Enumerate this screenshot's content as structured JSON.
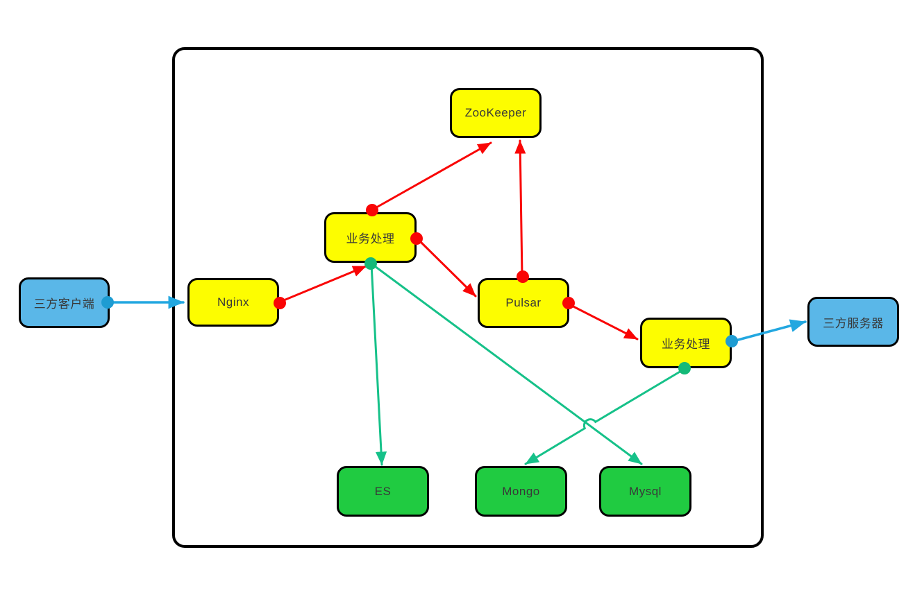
{
  "diagram": {
    "nodes": [
      {
        "id": "third-party-client",
        "label": "三方客户端",
        "fill": "blue"
      },
      {
        "id": "nginx",
        "label": "Nginx",
        "fill": "yellow"
      },
      {
        "id": "business-process-1",
        "label": "业务处理",
        "fill": "yellow"
      },
      {
        "id": "zookeeper",
        "label": "ZooKeeper",
        "fill": "yellow"
      },
      {
        "id": "pulsar",
        "label": "Pulsar",
        "fill": "yellow"
      },
      {
        "id": "business-process-2",
        "label": "业务处理",
        "fill": "yellow"
      },
      {
        "id": "third-party-server",
        "label": "三方服务器",
        "fill": "blue"
      },
      {
        "id": "es",
        "label": "ES",
        "fill": "green"
      },
      {
        "id": "mongo",
        "label": "Mongo",
        "fill": "green"
      },
      {
        "id": "mysql",
        "label": "Mysql",
        "fill": "green"
      }
    ],
    "edges": [
      {
        "from": "third-party-client",
        "to": "nginx",
        "color": "blue"
      },
      {
        "from": "nginx",
        "to": "business-process-1",
        "color": "red"
      },
      {
        "from": "business-process-1",
        "to": "zookeeper",
        "color": "red"
      },
      {
        "from": "pulsar",
        "to": "zookeeper",
        "color": "red"
      },
      {
        "from": "business-process-1",
        "to": "pulsar",
        "color": "red"
      },
      {
        "from": "pulsar",
        "to": "business-process-2",
        "color": "red"
      },
      {
        "from": "business-process-2",
        "to": "third-party-server",
        "color": "blue"
      },
      {
        "from": "business-process-1",
        "to": "es",
        "color": "teal"
      },
      {
        "from": "business-process-1",
        "to": "mysql",
        "color": "teal"
      },
      {
        "from": "business-process-2",
        "to": "mongo",
        "color": "teal"
      }
    ],
    "colors": {
      "node_yellow": "#FDFD00",
      "node_green": "#20CB41",
      "node_blue": "#5AB7E8",
      "edge_red": "#F90505",
      "edge_teal": "#16C189",
      "edge_blue": "#22A7E0",
      "dot_teal": "#14BA78",
      "dot_blue": "#1E9CD2",
      "border": "#000000",
      "text": "#383838"
    }
  }
}
